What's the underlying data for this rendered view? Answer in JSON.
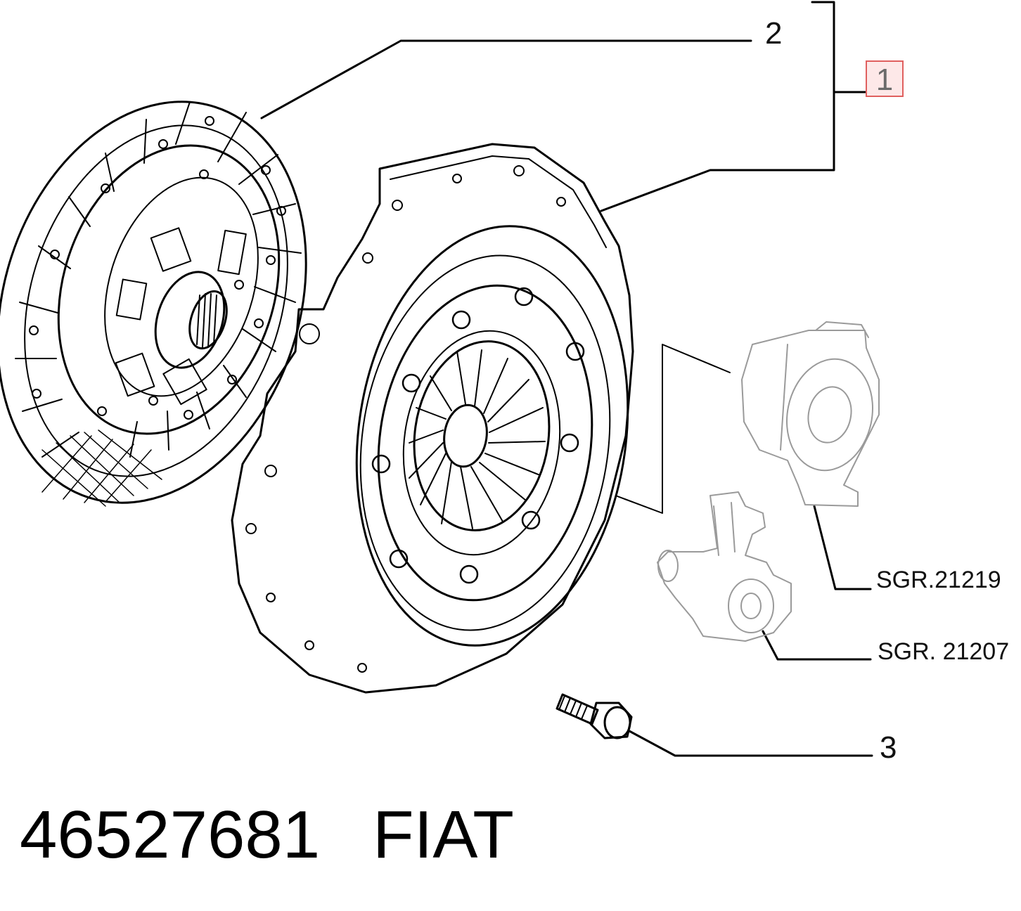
{
  "callouts": {
    "c1": "1",
    "c2": "2",
    "c3": "3",
    "sgr_release": "SGR.21219",
    "sgr_slave": "SGR. 21207"
  },
  "footer": {
    "part_number": "46527681",
    "brand": "FIAT"
  },
  "colors": {
    "line": "#000000",
    "highlight_border": "#e0605f",
    "highlight_fill": "#fde8e8"
  }
}
